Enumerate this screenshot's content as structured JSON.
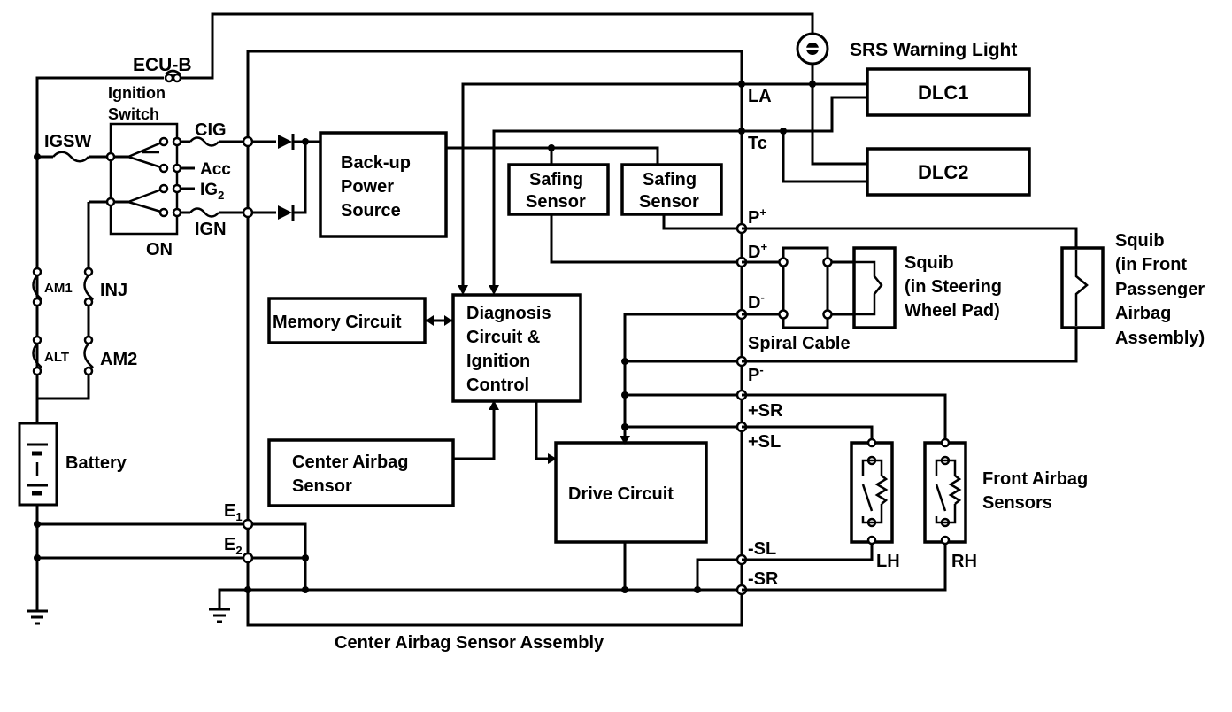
{
  "labels": {
    "ecu_b": "ECU-B",
    "ignition_switch_1": "Ignition",
    "ignition_switch_2": "Switch",
    "igsw": "IGSW",
    "cig": "CIG",
    "acc": "Acc",
    "ig2_main": "IG",
    "ig2_sub": "2",
    "ign": "IGN",
    "on": "ON",
    "am1": "AM1",
    "inj": "INJ",
    "alt": "ALT",
    "am2": "AM2",
    "battery": "Battery",
    "srs_warning_light": "SRS Warning Light",
    "dlc1": "DLC1",
    "dlc2": "DLC2",
    "backup_power_1": "Back-up",
    "backup_power_2": "Power",
    "backup_power_3": "Source",
    "safing_sensor_a_1": "Safing",
    "safing_sensor_a_2": "Sensor",
    "safing_sensor_b_1": "Safing",
    "safing_sensor_b_2": "Sensor",
    "memory_circuit": "Memory Circuit",
    "diagnosis_1": "Diagnosis",
    "diagnosis_2": "Circuit &",
    "diagnosis_3": "Ignition",
    "diagnosis_4": "Control",
    "center_airbag_sensor_1": "Center Airbag",
    "center_airbag_sensor_2": "Sensor",
    "drive_circuit": "Drive Circuit",
    "terminal_la": "LA",
    "terminal_tc": "Tc",
    "terminal_p_plus_main": "P",
    "terminal_p_plus_sup": "+",
    "terminal_d_plus_main": "D",
    "terminal_d_plus_sup": "+",
    "terminal_d_minus_main": "D",
    "terminal_d_minus_sup": "-",
    "terminal_p_minus_main": "P",
    "terminal_p_minus_sup": "-",
    "terminal_plus_sr": "+SR",
    "terminal_plus_sl": "+SL",
    "terminal_minus_sl": "-SL",
    "terminal_minus_sr": "-SR",
    "terminal_e1_main": "E",
    "terminal_e1_sub": "1",
    "terminal_e2_main": "E",
    "terminal_e2_sub": "2",
    "squib_steering_1": "Squib",
    "squib_steering_2": "(in Steering",
    "squib_steering_3": "Wheel Pad)",
    "spiral_cable": "Spiral Cable",
    "squib_passenger_1": "Squib",
    "squib_passenger_2": "(in Front",
    "squib_passenger_3": "Passenger",
    "squib_passenger_4": "Airbag",
    "squib_passenger_5": "Assembly)",
    "front_airbag_sensors_1": "Front Airbag",
    "front_airbag_sensors_2": "Sensors",
    "lh": "LH",
    "rh": "RH",
    "assembly_caption": "Center Airbag Sensor Assembly"
  }
}
